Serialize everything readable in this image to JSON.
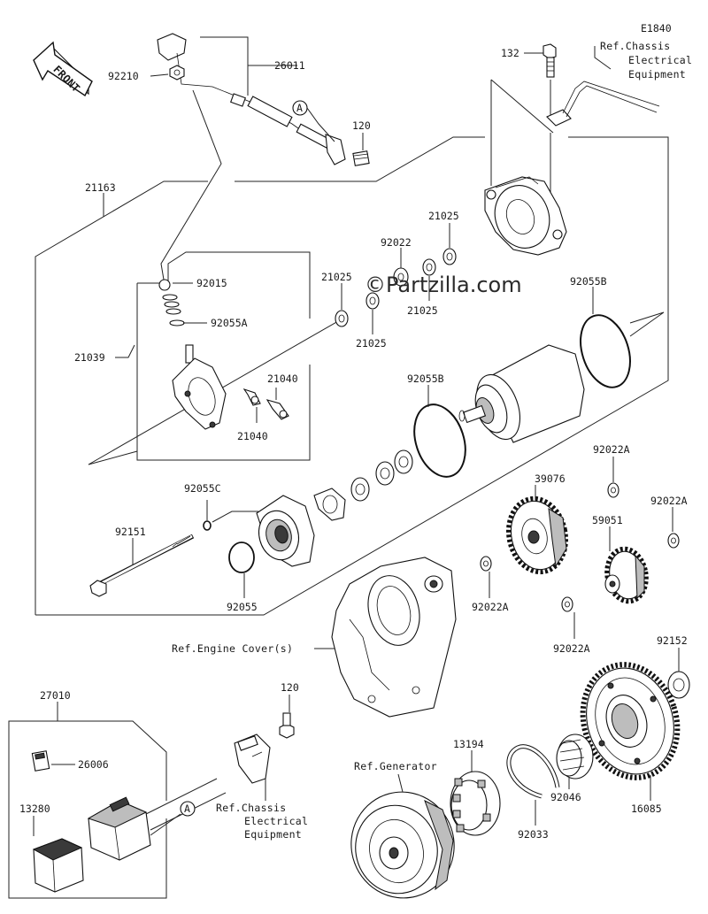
{
  "diagram_code": "E1840",
  "front_label": "FRONT",
  "watermark": "©Partzilla.com",
  "parts": {
    "p26011": "26011",
    "p92210": "92210",
    "pA_top": "A",
    "p120_top": "120",
    "p132": "132",
    "p21163": "21163",
    "p21025_a": "21025",
    "p92022": "92022",
    "p21025_b": "21025",
    "p21025_c": "21025",
    "p21025_d": "21025",
    "p92055B_a": "92055B",
    "p92015": "92015",
    "p92055A": "92055A",
    "p21039": "21039",
    "p21040_a": "21040",
    "p21040_b": "21040",
    "p92055B_b": "92055B",
    "p92022A_a": "92022A",
    "p92055C": "92055C",
    "p39076": "39076",
    "p92022A_b": "92022A",
    "p92151": "92151",
    "p59051": "59051",
    "p92022A_c": "92022A",
    "p92055": "92055",
    "p92022A_d": "92022A",
    "p92152": "92152",
    "p27010": "27010",
    "p120_bot": "120",
    "p26006": "26006",
    "p13194": "13194",
    "p13280": "13280",
    "pA_bot": "A",
    "p92046": "92046",
    "p16085": "16085",
    "p92033": "92033"
  },
  "refs": {
    "chassis_top_1": "Ref.Chassis",
    "chassis_top_2": "Electrical",
    "chassis_top_3": "Equipment",
    "engine_cover": "Ref.Engine Cover(s)",
    "generator": "Ref.Generator",
    "chassis_bot_1": "Ref.Chassis",
    "chassis_bot_2": "Electrical",
    "chassis_bot_3": "Equipment"
  },
  "icons": [
    "front-arrow-icon",
    "callout-a-icon"
  ]
}
